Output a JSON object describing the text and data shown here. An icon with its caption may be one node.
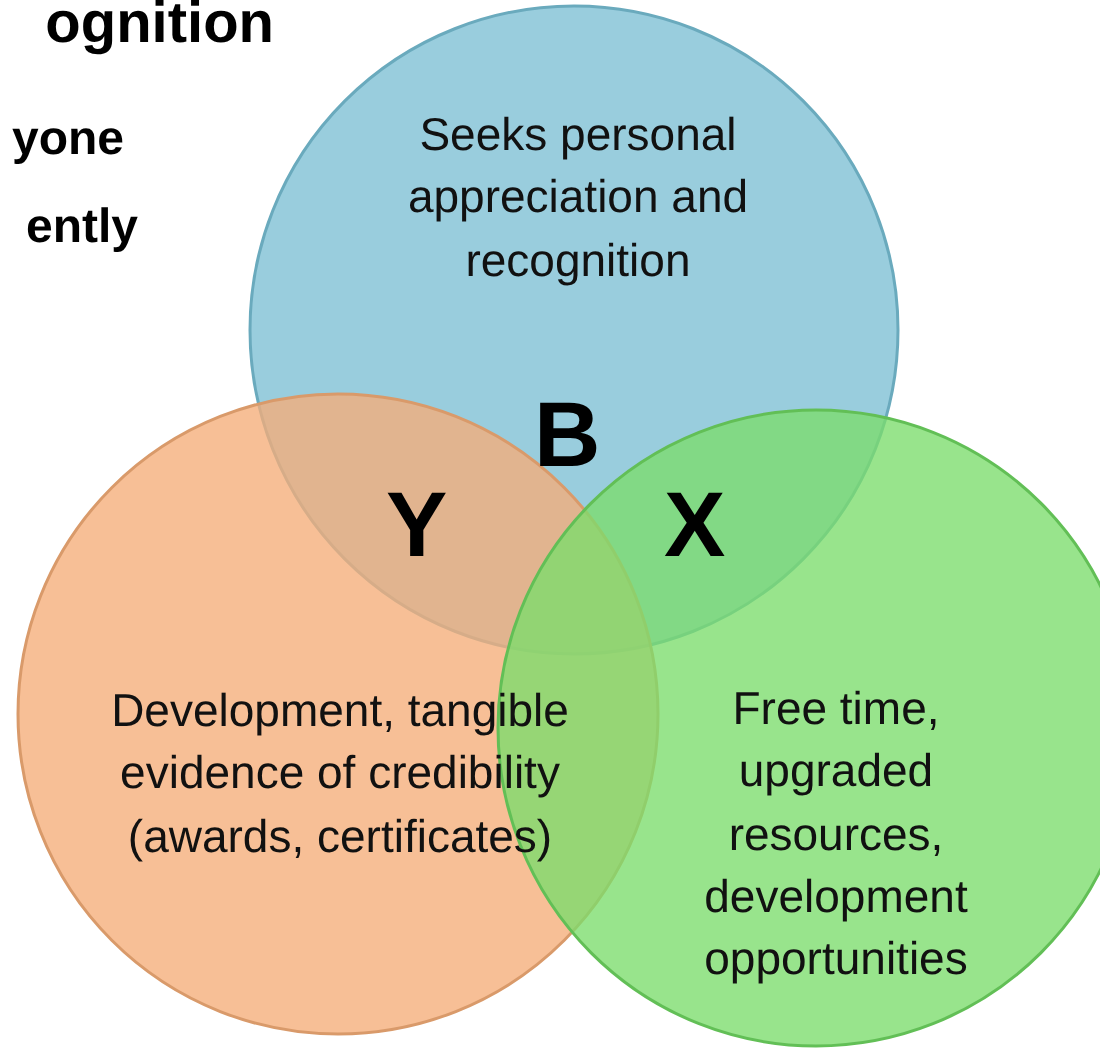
{
  "diagram": {
    "title": "ognition",
    "nodes": [
      {
        "text": [
          "Seeks personal appreciation and recognition"
        ]
      },
      {
        "text": [
          "Development, tangible evidence of credibility (awards, certificates)"
        ]
      },
      {
        "text": [
          "Free time, upgraded resources, development opportunities"
        ]
      }
    ],
    "edges": [],
    "labels": [
      "yone",
      "ently",
      "B",
      "Y",
      "X"
    ]
  }
}
